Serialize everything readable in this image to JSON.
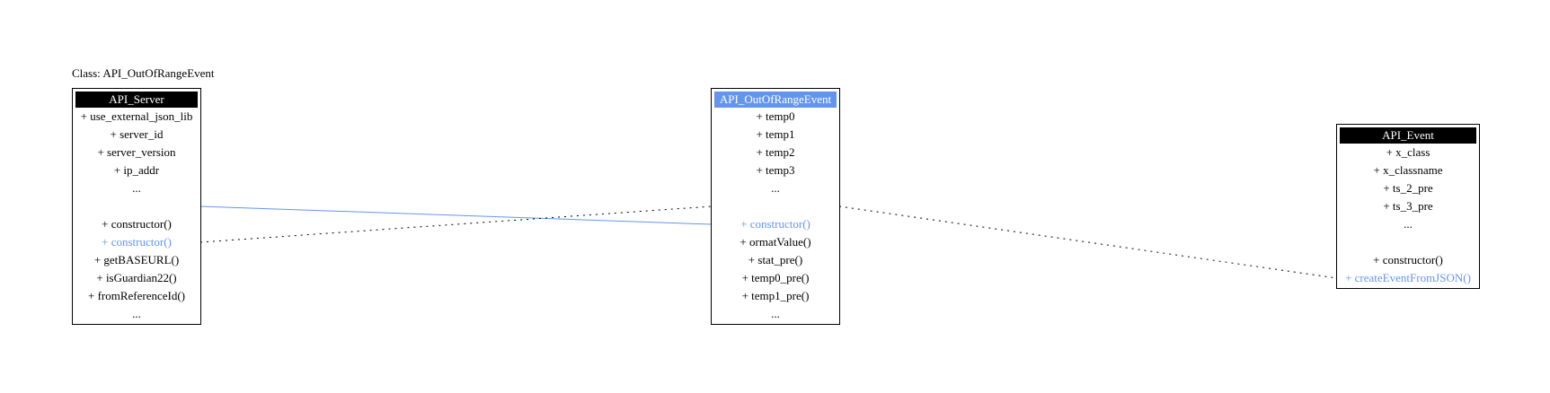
{
  "caption": "Class: API_OutOfRangeEvent",
  "colors": {
    "highlight": "#6495ed",
    "border": "#000000",
    "header": "#000000"
  },
  "classes": {
    "server": {
      "name": "API_Server",
      "attributes": [
        "+ use_external_json_lib",
        "+ server_id",
        "+ server_version",
        "+ ip_addr",
        "..."
      ],
      "methods": [
        "+ constructor()",
        "+ constructor()",
        "+ getBASEURL()",
        "+ isGuardian22()",
        "+ fromReferenceId()",
        "..."
      ]
    },
    "outofrange": {
      "name": "API_OutOfRangeEvent",
      "attributes": [
        "+ temp0",
        "+ temp1",
        "+ temp2",
        "+ temp3",
        "..."
      ],
      "methods": [
        "+ constructor()",
        "+ ormatValue()",
        "+ stat_pre()",
        "+ temp0_pre()",
        "+ temp1_pre()",
        "..."
      ]
    },
    "event": {
      "name": "API_Event",
      "attributes": [
        "+ x_class",
        "+ x_classname",
        "+ ts_2_pre",
        "+ ts_3_pre",
        "..."
      ],
      "methods": [
        "+ constructor()",
        "+ createEventFromJSON()"
      ]
    }
  }
}
